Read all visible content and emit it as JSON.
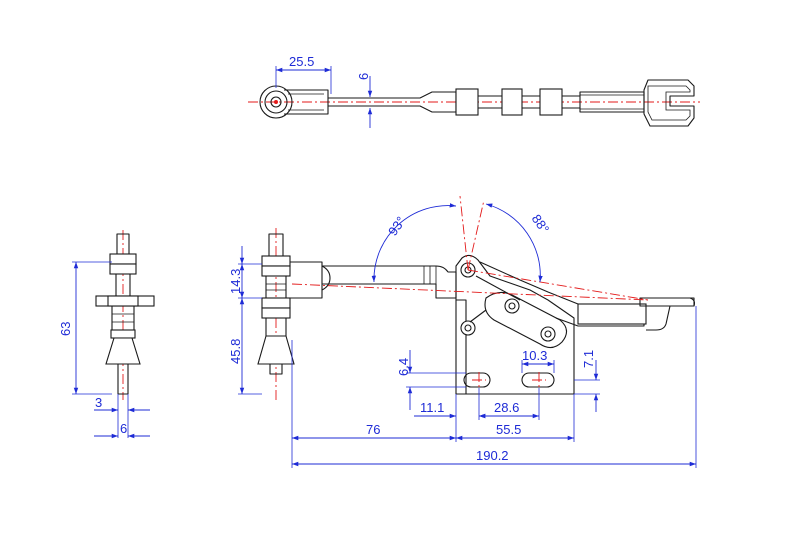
{
  "dimensions": {
    "top_pivot_width": "25.5",
    "top_thickness": "6",
    "angle_left": "93°",
    "angle_right": "88°",
    "spindle_offset": "14.3",
    "base_height": "45.8",
    "overall_height": "63",
    "slot_width": "6.4",
    "slot_length": "10.3",
    "slot_edge": "7.1",
    "hole_offset": "11.1",
    "hole_spacing": "28.6",
    "spindle_reach": "76",
    "base_length": "55.5",
    "overall_length": "190.2",
    "side_dim_a": "3",
    "side_dim_b": "6"
  },
  "colors": {
    "outline": "#1a1a1a",
    "centerline": "#e31a1a",
    "dimension": "#1e2bd6"
  }
}
